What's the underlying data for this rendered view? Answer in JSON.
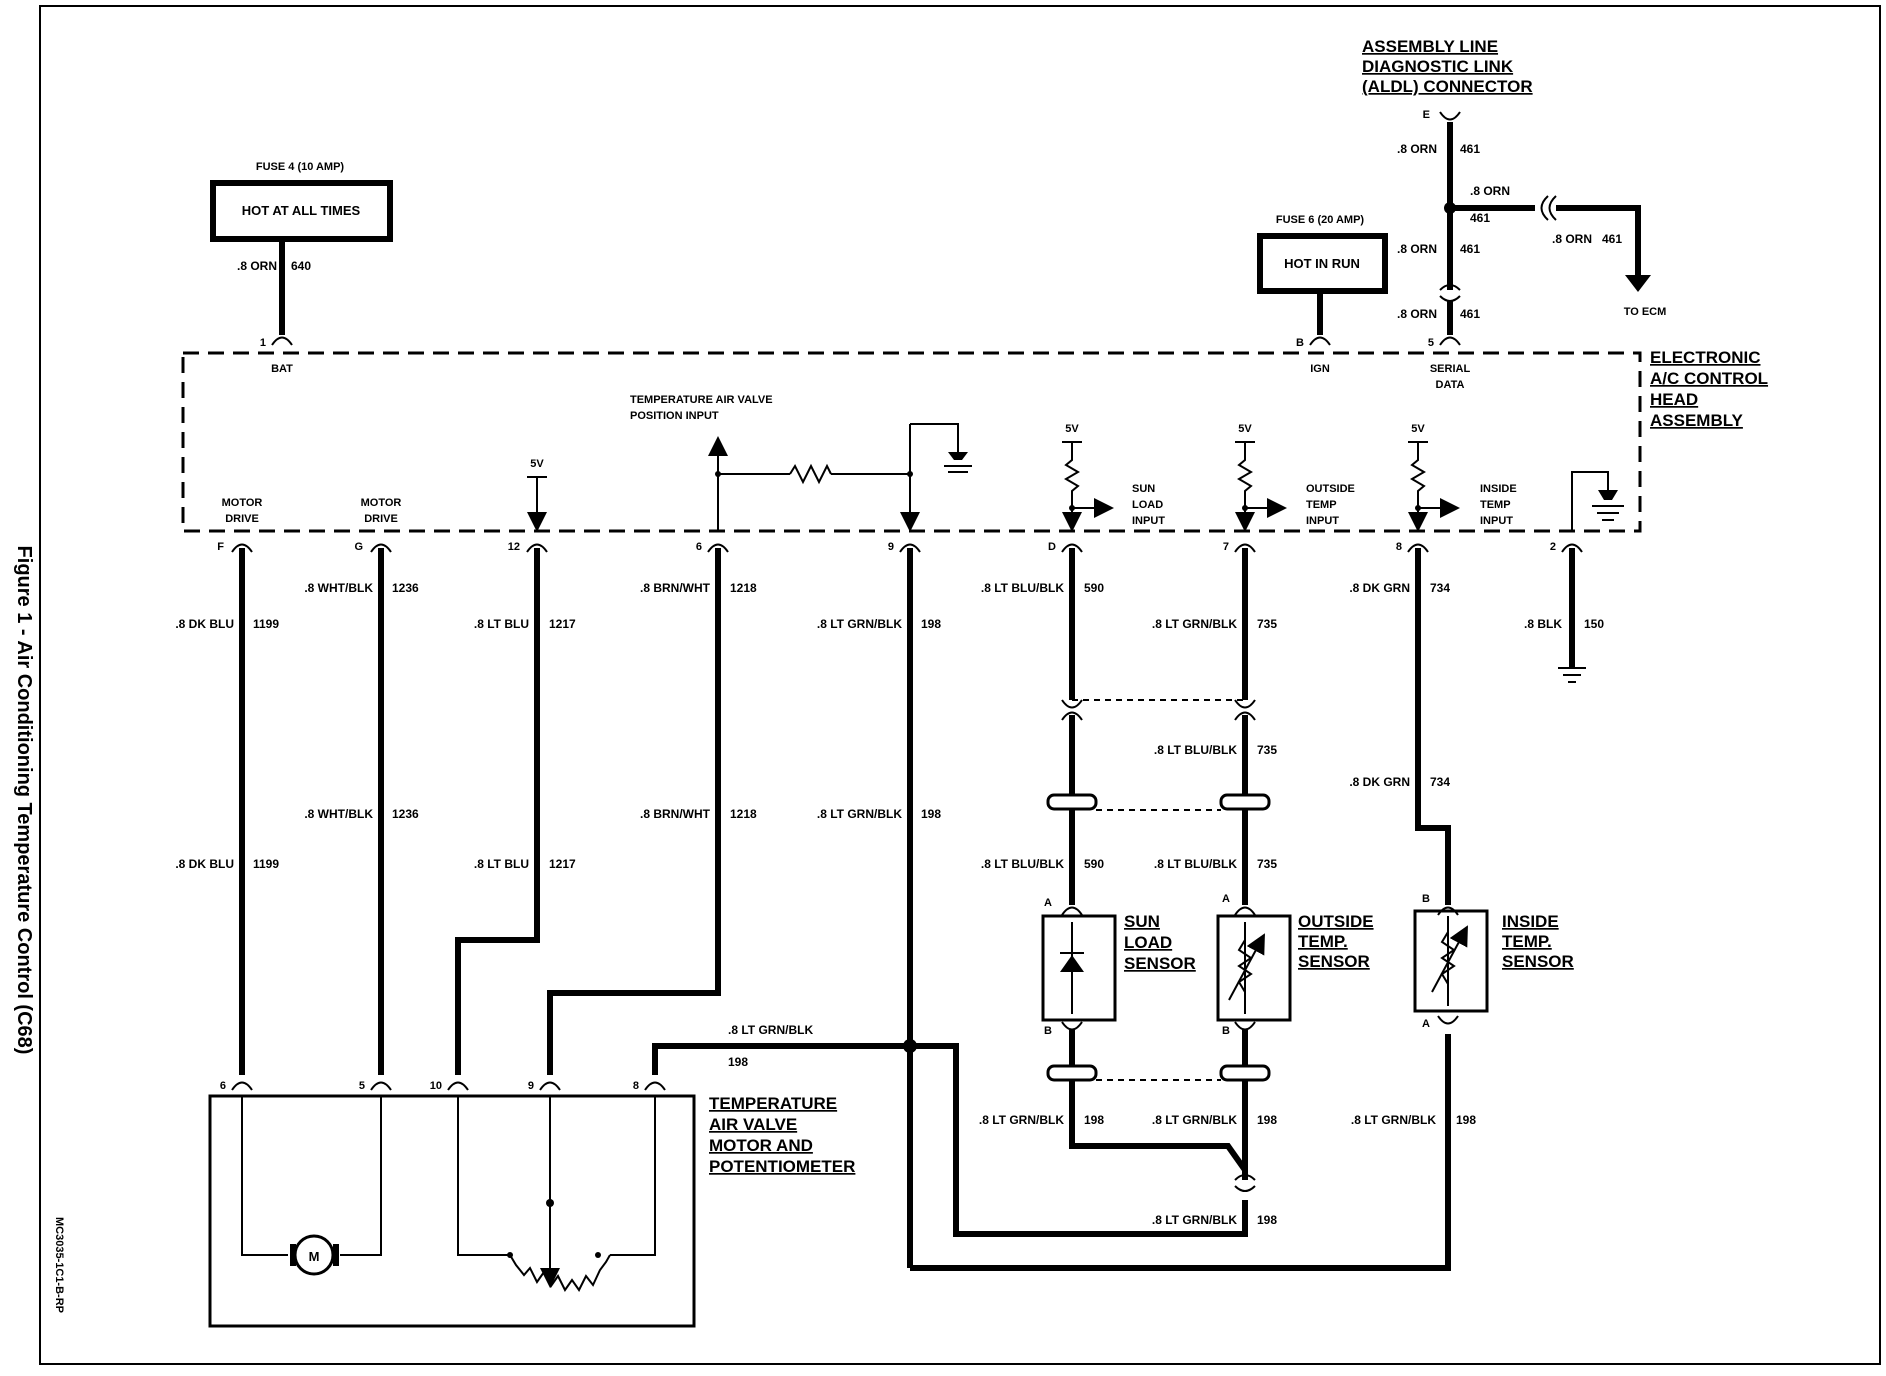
{
  "figure": {
    "caption": "Figure 1 - Air Conditioning Temperature Control  (C68)",
    "code": "MC3035-1C1-B-RP"
  },
  "power": {
    "fuse4_label": "FUSE 4 (10 AMP)",
    "fuse4_box": "HOT AT ALL TIMES",
    "fuse6_label": "FUSE 6 (20 AMP)",
    "fuse6_box": "HOT IN RUN"
  },
  "aldl": {
    "line1": "ASSEMBLY LINE",
    "line2": "DIAGNOSTIC LINK",
    "line3": "(ALDL) CONNECTOR",
    "pin": "E",
    "to_ecm": "TO ECM"
  },
  "head": {
    "line1": "ELECTRONIC",
    "line2": "A/C CONTROL",
    "line3": "HEAD",
    "line4": "ASSEMBLY"
  },
  "top_pins": {
    "p1": "1",
    "bat": "BAT",
    "pb": "B",
    "ign": "IGN",
    "p5": "5",
    "serial1": "SERIAL",
    "serial2": "DATA"
  },
  "inner": {
    "tav1": "TEMPERATURE AIR VALVE",
    "tav2": "POSITION INPUT",
    "v5": "5V",
    "motor": "MOTOR",
    "drive": "DRIVE",
    "sun1": "SUN",
    "sun2": "LOAD",
    "sun3": "INPUT",
    "out1": "OUTSIDE",
    "out2": "TEMP",
    "out3": "INPUT",
    "ins1": "INSIDE",
    "ins2": "TEMP",
    "ins3": "INPUT"
  },
  "bottom_pins": {
    "f": "F",
    "g": "G",
    "p12": "12",
    "p6": "6",
    "p9": "9",
    "d": "D",
    "p7": "7",
    "p8": "8",
    "p2": "2"
  },
  "wires": {
    "orn": ".8 ORN",
    "c640": "640",
    "c461": "461",
    "dkblu": ".8 DK BLU",
    "c1199": "1199",
    "whtblk": ".8 WHT/BLK",
    "c1236": "1236",
    "ltblu": ".8 LT BLU",
    "c1217": "1217",
    "brnwht": ".8 BRN/WHT",
    "c1218": "1218",
    "ltgrnblk": ".8 LT GRN/BLK",
    "c198": "198",
    "ltblublk": ".8 LT BLU/BLK",
    "c590": "590",
    "c735": "735",
    "dkgrn": ".8 DK GRN",
    "c734": "734",
    "blk": ".8 BLK",
    "c150": "150"
  },
  "sensors": {
    "sun1": "SUN",
    "sun2": "LOAD",
    "sun3": "SENSOR",
    "out1": "OUTSIDE",
    "out2": "TEMP.",
    "out3": "SENSOR",
    "ins1": "INSIDE",
    "ins2": "TEMP.",
    "ins3": "SENSOR",
    "a": "A",
    "b": "B"
  },
  "motor": {
    "line1": "TEMPERATURE",
    "line2": "AIR VALVE",
    "line3": "MOTOR AND",
    "line4": "POTENTIOMETER",
    "pin6": "6",
    "pin5": "5",
    "pin10": "10",
    "pin9": "9",
    "pin8": "8",
    "m": "M"
  }
}
